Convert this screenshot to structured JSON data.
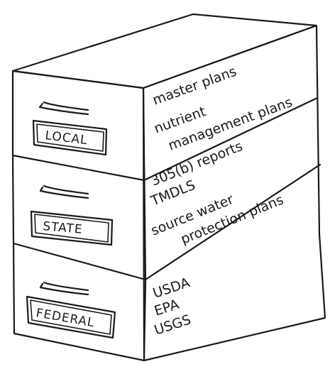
{
  "drawers": [
    {
      "label": "LOCAL",
      "documents": [
        "master plans",
        "nutrient",
        "management plans"
      ]
    },
    {
      "label": "STATE",
      "documents": [
        "305(b) reports",
        "TMDLS",
        "source water",
        "protection plans"
      ]
    },
    {
      "label": "FEDERAL",
      "documents": [
        "USDA",
        "EPA",
        "USGS"
      ]
    }
  ]
}
